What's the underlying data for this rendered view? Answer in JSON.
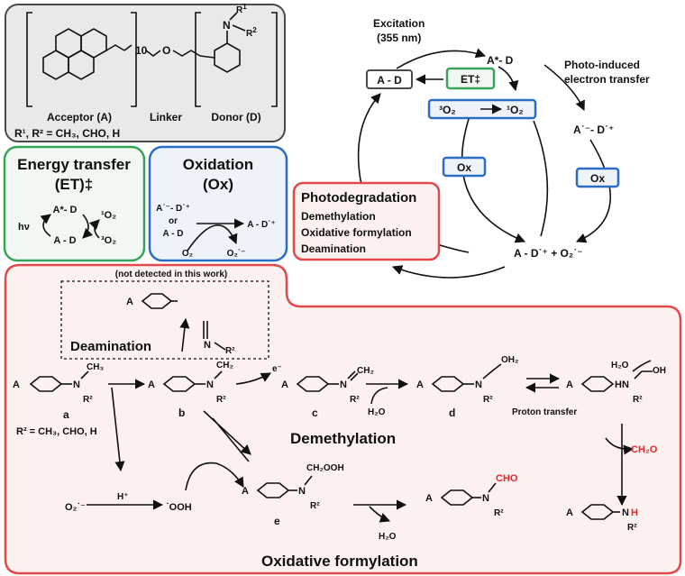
{
  "structure_panel": {
    "acceptor": "Acceptor (A)",
    "linker": "Linker",
    "donor": "Donor (D)",
    "subscript_10": "10",
    "o_atom": "O",
    "n_atom": "N",
    "r1": "R",
    "r1_sup": "1",
    "r2": "R",
    "r2_sup": "2",
    "r_definition": "R¹, R² = CH₃, CHO, H"
  },
  "energy_transfer_panel": {
    "title_line1": "Energy transfer",
    "title_line2": "(ET)‡",
    "excited": "A*- D",
    "ground": "A - D",
    "hv": "hν",
    "singlet_o2": "¹O₂",
    "triplet_o2": "³O₂"
  },
  "oxidation_panel": {
    "title_line1": "Oxidation",
    "title_line2": "(Ox)",
    "radical_pair": "A˙⁻- D˙⁺",
    "or": "or",
    "ground": "A - D",
    "product": "A - D˙⁺",
    "o2": "O₂",
    "superoxide": "O₂˙⁻"
  },
  "cycle": {
    "excitation_line1": "Excitation",
    "excitation_line2": "(355 nm)",
    "ground_box": "A - D",
    "excited": "A*- D",
    "et_box": "ET‡",
    "o2_box_left": "³O₂",
    "o2_box_right": "¹O₂",
    "pet_line1": "Photo-induced",
    "pet_line2": "electron transfer",
    "radical_pair": "A˙⁻- D˙⁺",
    "ox_left": "Ox",
    "ox_right": "Ox",
    "final": "A - D˙⁺ + O₂˙⁻"
  },
  "photodegradation_box": {
    "title": "Photodegradation",
    "items": [
      "Demethylation",
      "Oxidative formylation",
      "Deamination"
    ]
  },
  "mechanism": {
    "not_detected": "(not detected in this work)",
    "deamination": "Deamination",
    "demethylation": "Demethylation",
    "oxidative_formylation": "Oxidative formylation",
    "proton_transfer": "Proton transfer",
    "label_a": "a",
    "label_b": "b",
    "label_c": "c",
    "label_d": "d",
    "label_e": "e",
    "r2_definition": "R² = CH₃, CHO, H",
    "h2o": "H₂O",
    "h2o_top": "H₂O",
    "h2o_bottom": "H₂O",
    "ch2o": "CH₂O",
    "cho": "CHO",
    "h_plus": "H⁺",
    "superoxide": "O₂˙⁻",
    "hydroperoxyl": "˙OOH",
    "e_minus": "e⁻",
    "a_atom": "A",
    "n_atom": "N",
    "nh": "N",
    "h_red": "H",
    "ch3": "CH₃",
    "ch2": "CH₂",
    "ch2_plus": "CH₂",
    "oh2_plus": "OH₂",
    "oh": "OH",
    "hn_plus": "HN",
    "ch2ooh": "CH₂OOH",
    "r2": "R²"
  },
  "colors": {
    "gray_border": "#4a4a4a",
    "green_border": "#3aa35a",
    "green_fill": "#f0f8f1",
    "blue_border": "#2b6cc4",
    "blue_fill": "#eef3fa",
    "red_border": "#e24a4a",
    "red_fill": "#fdf1ef",
    "ch2o_red": "#e0262a"
  }
}
